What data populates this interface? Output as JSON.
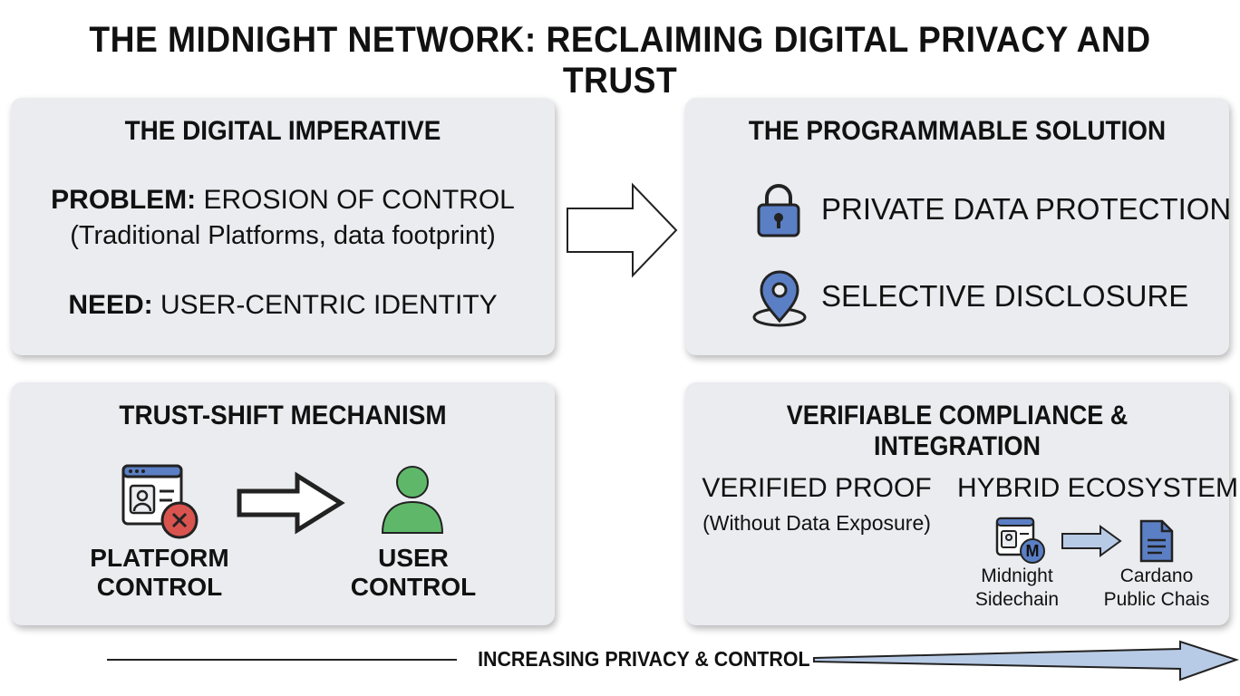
{
  "title": "THE MIDNIGHT NETWORK: RECLAIMING DIGITAL PRIVACY AND TRUST",
  "imperative": {
    "heading": "THE DIGITAL IMPERATIVE",
    "problem_label": "PROBLEM:",
    "problem_text": "EROSION OF CONTROL",
    "problem_detail": "(Traditional Platforms, data footprint)",
    "need_label": "NEED:",
    "need_text": "USER-CENTRIC IDENTITY"
  },
  "solution": {
    "heading": "THE PROGRAMMABLE SOLUTION",
    "items": [
      {
        "icon": "lock-icon",
        "label": "PRIVATE DATA PROTECTION"
      },
      {
        "icon": "map-pin-icon",
        "label": "SELECTIVE DISCLOSURE"
      }
    ]
  },
  "trust": {
    "heading": "TRUST-SHIFT MECHANISM",
    "from_line1": "PLATFORM",
    "from_line2": "CONTROL",
    "to_line1": "USER",
    "to_line2": "CONTROL"
  },
  "compliance": {
    "heading": "VERIFIABLE COMPLIANCE & INTEGRATION",
    "proof_title": "VERIFIED PROOF",
    "proof_subtitle": "(Without Data Exposure)",
    "hybrid_title": "HYBRID ECOSYSTEM",
    "midnight_badge": "M",
    "midnight_line1": "Midnight",
    "midnight_line2": "Sidechain",
    "cardano_line1": "Cardano",
    "cardano_line2": "Public Chais"
  },
  "footer": {
    "label": "INCREASING PRIVACY & CONTROL"
  },
  "colors": {
    "panel_bg": "#eaecf0",
    "icon_blue": "#5b7fc4",
    "icon_green": "#5fb86a",
    "error_red": "#d9534f",
    "arrow_blue": "#b8cbe6"
  }
}
